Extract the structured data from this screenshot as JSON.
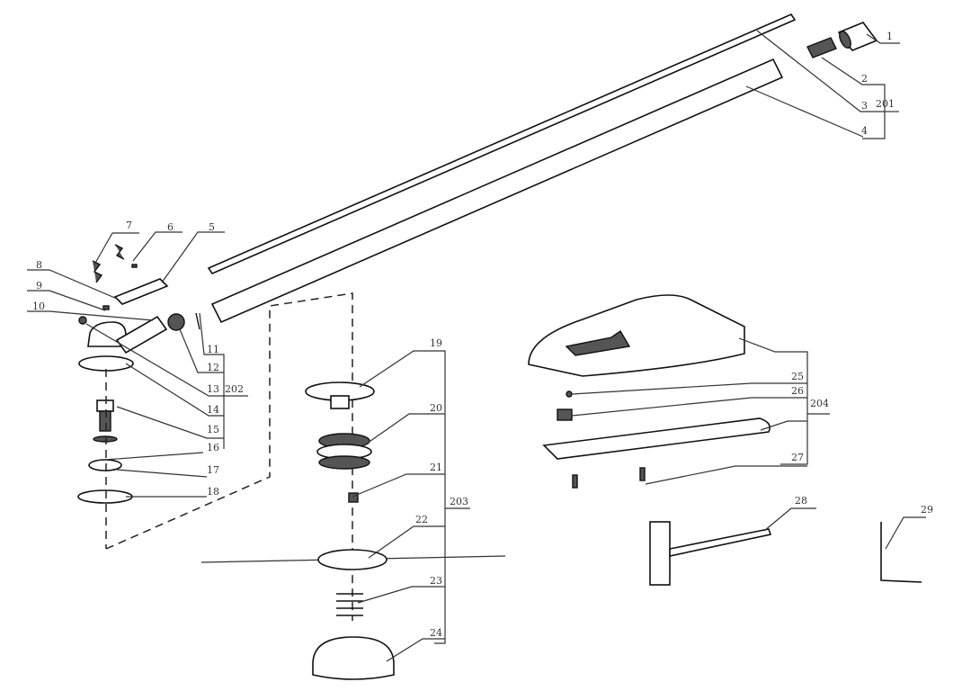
{
  "title": "Exploded parts diagram",
  "parts": {
    "p1": "1",
    "p2": "2",
    "p3": "3",
    "p4": "4",
    "p5": "5",
    "p6": "6",
    "p7": "7",
    "p8": "8",
    "p9": "9",
    "p10": "10",
    "p11": "11",
    "p12": "12",
    "p13": "13",
    "p14": "14",
    "p15": "15",
    "p16": "16",
    "p17": "17",
    "p18": "18",
    "p19": "19",
    "p20": "20",
    "p21": "21",
    "p22": "22",
    "p23": "23",
    "p24": "24",
    "p25": "25",
    "p26": "26",
    "p27": "27",
    "p28": "28",
    "p29": "29"
  },
  "groups": {
    "g201": "201",
    "g202": "202",
    "g203": "203",
    "g204": "204"
  }
}
